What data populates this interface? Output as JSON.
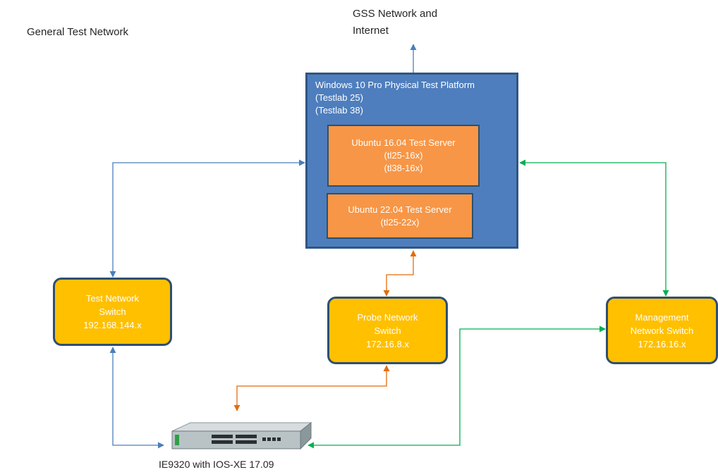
{
  "title": "General Test Network",
  "uplink": {
    "line1": "GSS Network  and",
    "line2": "Internet"
  },
  "platform": {
    "line1": "Windows 10 Pro Physical Test Platform",
    "line2": "(Testlab 25)",
    "line3": "(Testlab 38)"
  },
  "servers": [
    {
      "line1": "Ubuntu  16.04 Test Server",
      "line2": "(tl25-16x)",
      "line3": "(tl38-16x)"
    },
    {
      "line1": "Ubuntu  22.04 Test Server",
      "line2": "(tl25-22x)"
    }
  ],
  "switches": {
    "test": {
      "line1": "Test Network",
      "line2": "Switch",
      "line3": "192.168.144.x"
    },
    "probe": {
      "line1": "Probe Network",
      "line2": "Switch",
      "line3": "172.16.8.x"
    },
    "management": {
      "line1": "Management",
      "line2": "Network Switch",
      "line3": "172.16.16.x"
    }
  },
  "device": {
    "label": "IE9320 with IOS-XE 17.09",
    "icon": "network-switch-icon"
  },
  "colors": {
    "blue_link": "#4a7ebb",
    "orange_link": "#e46c0a",
    "green_link": "#00b050",
    "platform_fill": "#4e7ebd",
    "server_fill": "#f79646",
    "switch_fill": "#ffc000"
  }
}
